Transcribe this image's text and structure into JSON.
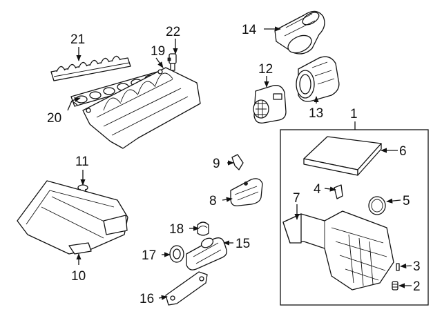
{
  "colors": {
    "line": "#111111",
    "background": "#ffffff"
  },
  "callouts": [
    {
      "id": "1",
      "label": "1"
    },
    {
      "id": "2",
      "label": "2"
    },
    {
      "id": "3",
      "label": "3"
    },
    {
      "id": "4",
      "label": "4"
    },
    {
      "id": "5",
      "label": "5"
    },
    {
      "id": "6",
      "label": "6"
    },
    {
      "id": "7",
      "label": "7"
    },
    {
      "id": "8",
      "label": "8"
    },
    {
      "id": "9",
      "label": "9"
    },
    {
      "id": "10",
      "label": "10"
    },
    {
      "id": "11",
      "label": "11"
    },
    {
      "id": "12",
      "label": "12"
    },
    {
      "id": "13",
      "label": "13"
    },
    {
      "id": "14",
      "label": "14"
    },
    {
      "id": "15",
      "label": "15"
    },
    {
      "id": "16",
      "label": "16"
    },
    {
      "id": "17",
      "label": "17"
    },
    {
      "id": "18",
      "label": "18"
    },
    {
      "id": "19",
      "label": "19"
    },
    {
      "id": "20",
      "label": "20"
    },
    {
      "id": "21",
      "label": "21"
    },
    {
      "id": "22",
      "label": "22"
    }
  ]
}
